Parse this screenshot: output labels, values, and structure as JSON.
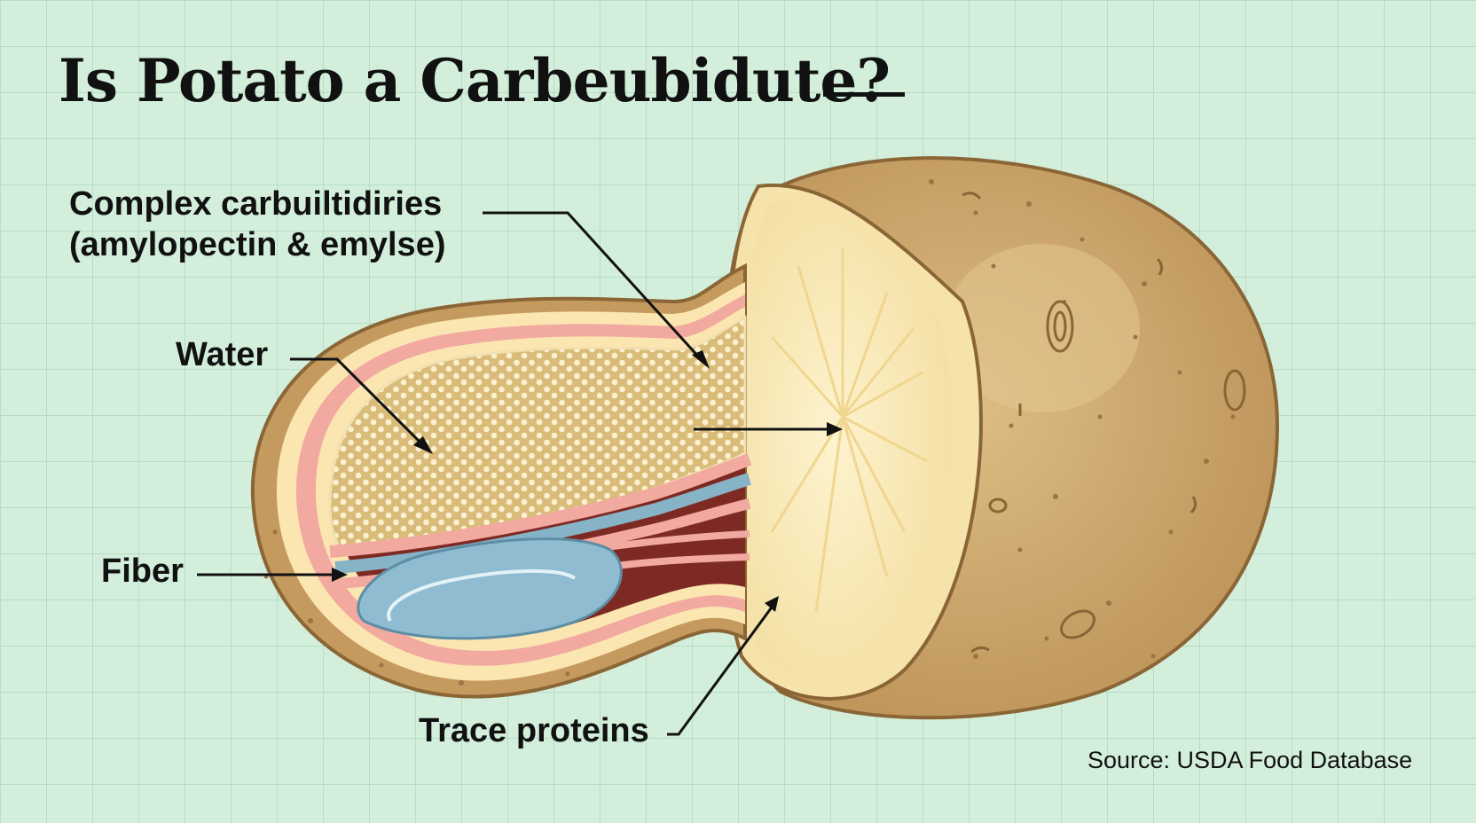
{
  "title": "Is Potato a Carbeubidute?",
  "labels": {
    "complex_line1": "Complex carbuiltidiries",
    "complex_line2": "(amylopectin & emylse)",
    "water": "Water",
    "fiber": "Fiber",
    "trace": "Trace proteins"
  },
  "source": "Source: USDA Food Database",
  "colors": {
    "background": "#d3efdc",
    "potato_skin": "#c9a46a",
    "potato_flesh": "#fbedbf",
    "starch": "#d9bc7a",
    "pink_layer": "#f2a9a0",
    "blue_layer": "#86b4c6",
    "dark_layer": "#7e2a24"
  }
}
